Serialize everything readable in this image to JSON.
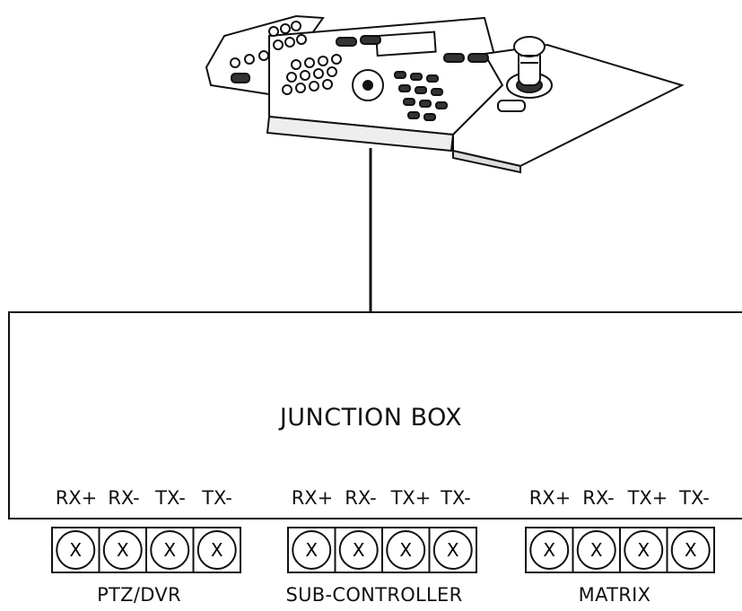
{
  "junction_box": {
    "title": "JUNCTION BOX"
  },
  "groups": [
    {
      "name": "PTZ/DVR",
      "pins": [
        "RX+",
        "RX-",
        "TX-",
        "TX-"
      ]
    },
    {
      "name": "SUB-CONTROLLER",
      "pins": [
        "RX+",
        "RX-",
        "TX+",
        "TX-"
      ]
    },
    {
      "name": "MATRIX",
      "pins": [
        "RX+",
        "RX-",
        "TX+",
        "TX-"
      ]
    }
  ],
  "terminal_symbol": "X",
  "icons": {
    "controller": "ptz-keyboard-controller-icon"
  }
}
